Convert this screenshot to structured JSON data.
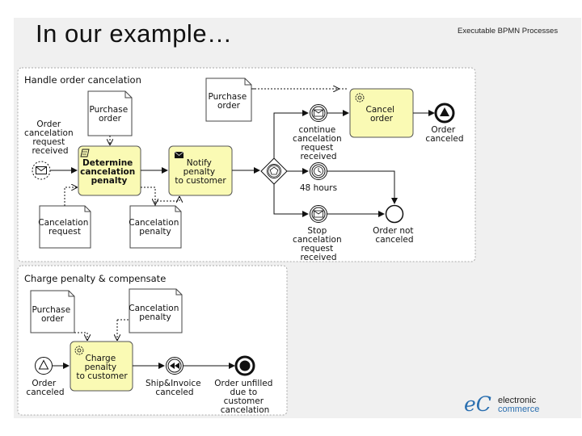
{
  "slide": {
    "title": "In our example…",
    "header_note": "Executable BPMN Processes"
  },
  "pool1": {
    "title": "Handle order cancelation",
    "start_event": [
      "Order",
      "cancelation",
      "request",
      "received"
    ],
    "doc_purchase_order_top": [
      "Purchase",
      "order"
    ],
    "doc_purchase_order_right": [
      "Purchase",
      "order"
    ],
    "task_determine": [
      "Determine",
      "cancelation",
      "penalty"
    ],
    "task_notify": [
      "Notify",
      "penalty",
      "to customer"
    ],
    "doc_cancelation_request": [
      "Cancelation",
      "request"
    ],
    "doc_cancelation_penalty": [
      "Cancelation",
      "penalty"
    ],
    "event_continue": [
      "continue",
      "cancelation",
      "request",
      "received"
    ],
    "event_timer": [
      "48 hours"
    ],
    "event_stop": [
      "Stop",
      "cancelation",
      "request",
      "received"
    ],
    "task_cancel": [
      "Cancel",
      "order"
    ],
    "end_canceled": [
      "Order",
      "canceled"
    ],
    "end_not_canceled": [
      "Order not",
      "canceled"
    ]
  },
  "pool2": {
    "title": "Charge penalty & compensate",
    "doc_purchase_order": [
      "Purchase",
      "order"
    ],
    "doc_cancelation_penalty": [
      "Cancelation",
      "penalty"
    ],
    "start_event": [
      "Order",
      "canceled"
    ],
    "task_charge": [
      "Charge",
      "penalty",
      "to customer"
    ],
    "event_ship": [
      "Ship&Invoice",
      "canceled"
    ],
    "end_unfilled": [
      "Order unfilled",
      "due to",
      "customer",
      "cancelation"
    ]
  },
  "logo": {
    "letters": "eC",
    "line1": "electronic",
    "line2": "commerce"
  },
  "colors": {
    "task_fill": "#fafab4",
    "task_stroke": "#555555",
    "pool_border": "#aaaaaa",
    "logo_blue": "#2a6fb0"
  }
}
